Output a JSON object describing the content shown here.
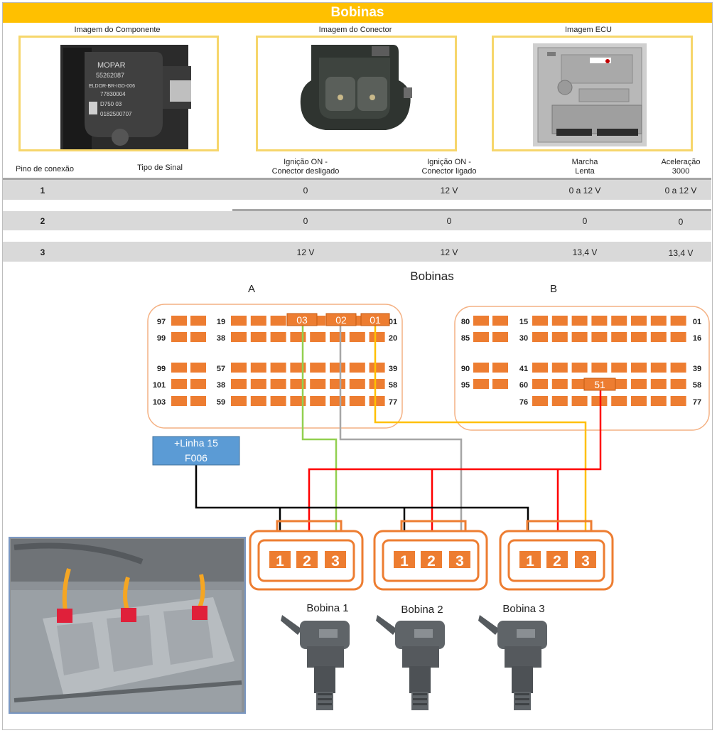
{
  "title": "Bobinas",
  "images": {
    "component_caption": "Imagem do Componente",
    "connector_caption": "Imagem do Conector",
    "ecu_caption": "Imagem ECU",
    "component_text": [
      "MOPAR",
      "55262087",
      "ELDOR-BR-IGD-006",
      "77830004",
      "D750  03",
      "0182500707"
    ]
  },
  "table": {
    "headers": [
      "Pino de conexão",
      "Tipo de Sinal",
      "Ignição ON -\nConector desligado",
      "Ignição ON -\nConector ligado",
      "Marcha\nLenta",
      "Aceleração\n3000"
    ],
    "rows": [
      {
        "pin": "1",
        "signal": "",
        "ign_off": "0",
        "ign_on": "12 V",
        "idle": "0 a 12 V",
        "accel": "0 a 12 V"
      },
      {
        "pin": "2",
        "signal": "",
        "ign_off": "0",
        "ign_on": "0",
        "idle": "0",
        "accel": "0"
      },
      {
        "pin": "3",
        "signal": "",
        "ign_off": "12 V",
        "ign_on": "12 V",
        "idle": "13,4 V",
        "accel": "13,4 V"
      }
    ]
  },
  "diagram": {
    "title": "Bobinas",
    "connector_a": {
      "label": "A",
      "left_labels": [
        "97",
        "99",
        "99",
        "101",
        "103"
      ],
      "mid_labels": [
        "19",
        "38",
        "57",
        "38",
        "59"
      ],
      "right_labels": [
        "01",
        "20",
        "39",
        "58",
        "77"
      ],
      "highlight_pins": [
        "03",
        "02",
        "01"
      ]
    },
    "connector_b": {
      "label": "B",
      "left_labels": [
        "80",
        "85",
        "90",
        "95"
      ],
      "mid_labels": [
        "15",
        "30",
        "41",
        "60",
        "76"
      ],
      "right_labels": [
        "01",
        "16",
        "39",
        "58",
        "77"
      ],
      "highlight_pin": "51"
    },
    "fuse": {
      "line1": "+Linha 15",
      "line2": "F006"
    },
    "coils": [
      {
        "name": "Bobina 1",
        "pins": [
          "1",
          "2",
          "3"
        ]
      },
      {
        "name": "Bobina 2",
        "pins": [
          "1",
          "2",
          "3"
        ]
      },
      {
        "name": "Bobina 3",
        "pins": [
          "1",
          "2",
          "3"
        ]
      }
    ],
    "colors": {
      "pin_fill": "#ed7d31",
      "connector_border": "#f4b183",
      "wire_green": "#92d050",
      "wire_gray": "#a6a6a6",
      "wire_yellow": "#ffc000",
      "wire_red": "#ff0000",
      "wire_black": "#000000",
      "fuse_fill": "#5b9bd5"
    }
  }
}
